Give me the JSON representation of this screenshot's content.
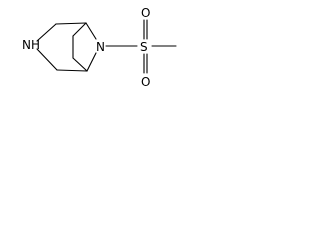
{
  "molecule": {
    "atoms": {
      "nh": "NH",
      "n_bridge": "N",
      "s": "S",
      "o_top": "O",
      "o_bottom": "O"
    }
  },
  "colors": {
    "bond": "#000000",
    "background": "#ffffff"
  }
}
